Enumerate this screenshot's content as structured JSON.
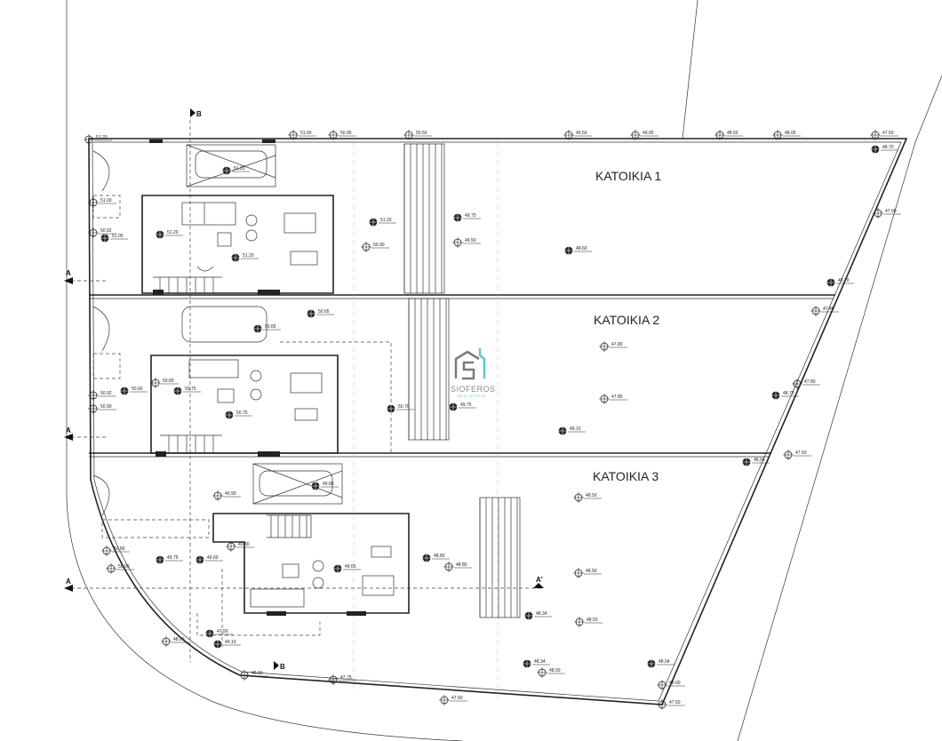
{
  "plan": {
    "lots": [
      {
        "label": "KATOIKIA 1"
      },
      {
        "label": "KATOIKIA 2"
      },
      {
        "label": "KATOIKIA 3"
      }
    ],
    "section_markers": {
      "a": "A",
      "a_prime": "A'",
      "b": "B"
    },
    "watermark": {
      "brand": "SIOFEROS",
      "tagline": "REAL ESTATE",
      "accent": "#5cc8cc",
      "mark_color": "#7a7a7a"
    },
    "elevations": [
      "51.20",
      "51.00",
      "50.90",
      "50.50",
      "49.50",
      "49.05",
      "48.50",
      "48.05",
      "47.50",
      "48.70",
      "47.90",
      "48.60",
      "48.70",
      "51.20",
      "51.20",
      "51.20",
      "49.75",
      "49.50",
      "50.90",
      "51.00",
      "50.92",
      "51.05",
      "51.20",
      "47.45",
      "47.80",
      "47.85",
      "48.70",
      "47.80",
      "49.10",
      "50.65",
      "50.65",
      "50.70",
      "49.75",
      "50.80",
      "50.60",
      "50.75",
      "50.75",
      "50.92",
      "50.90",
      "48.50",
      "48.50",
      "48.34",
      "48.50",
      "48.34",
      "48.00",
      "48.04",
      "48.00",
      "47.50",
      "48.04",
      "47.50",
      "48.80",
      "48.80",
      "49.65",
      "49.80",
      "49.60",
      "49.75",
      "50.80",
      "50.00",
      "49.90",
      "49.80",
      "49.10",
      "47.50",
      "48.00",
      "48.00",
      "47.75",
      "47.60"
    ]
  }
}
